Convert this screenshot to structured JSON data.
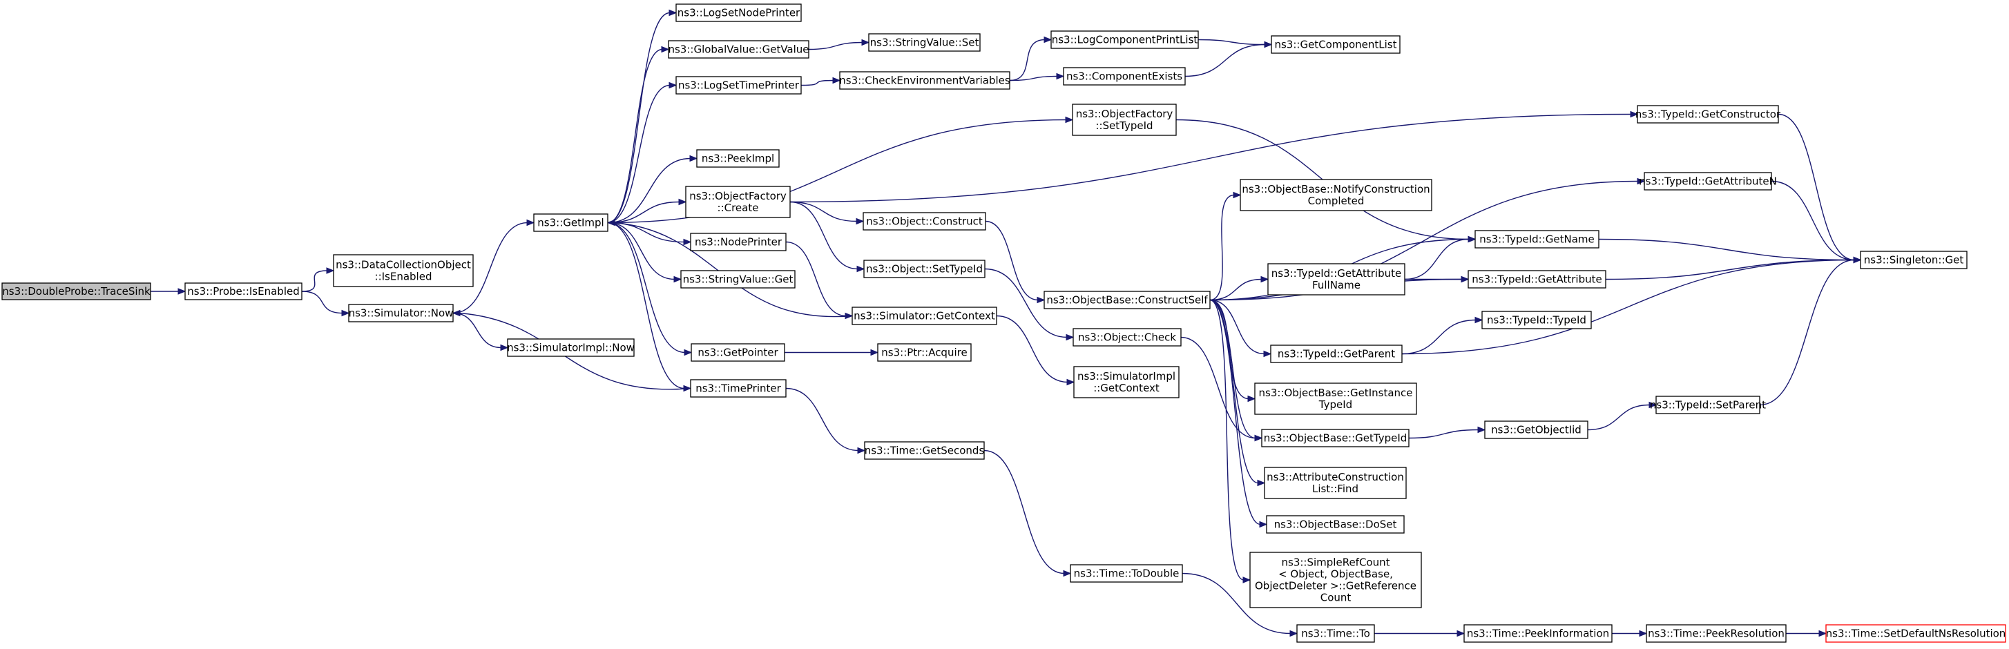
{
  "nodes": [
    {
      "id": "traceSink",
      "lines": [
        "ns3::DoubleProbe::TraceSink"
      ],
      "kind": "root"
    },
    {
      "id": "isEnabled",
      "lines": [
        "ns3::Probe::IsEnabled"
      ]
    },
    {
      "id": "dcoIsEnabled",
      "lines": [
        "ns3::DataCollectionObject",
        "::IsEnabled"
      ]
    },
    {
      "id": "simNow",
      "lines": [
        "ns3::Simulator::Now"
      ]
    },
    {
      "id": "simImplNow",
      "lines": [
        "ns3::SimulatorImpl::Now"
      ]
    },
    {
      "id": "getImpl",
      "lines": [
        "ns3::GetImpl"
      ]
    },
    {
      "id": "logSetNodePrinter",
      "lines": [
        "ns3::LogSetNodePrinter"
      ]
    },
    {
      "id": "gvGetValue",
      "lines": [
        "ns3::GlobalValue::GetValue"
      ]
    },
    {
      "id": "svSet",
      "lines": [
        "ns3::StringValue::Set"
      ]
    },
    {
      "id": "logSetTimePrinter",
      "lines": [
        "ns3::LogSetTimePrinter"
      ]
    },
    {
      "id": "checkEnv",
      "lines": [
        "ns3::CheckEnvironmentVariables"
      ]
    },
    {
      "id": "logCompPrintList",
      "lines": [
        "ns3::LogComponentPrintList"
      ]
    },
    {
      "id": "getCompList",
      "lines": [
        "ns3::GetComponentList"
      ]
    },
    {
      "id": "compExists",
      "lines": [
        "ns3::ComponentExists"
      ]
    },
    {
      "id": "ofSetTypeId",
      "lines": [
        "ns3::ObjectFactory",
        "::SetTypeId"
      ]
    },
    {
      "id": "peekImpl",
      "lines": [
        "ns3::PeekImpl"
      ]
    },
    {
      "id": "ofCreate",
      "lines": [
        "ns3::ObjectFactory",
        "::Create"
      ]
    },
    {
      "id": "nodePrinter",
      "lines": [
        "ns3::NodePrinter"
      ]
    },
    {
      "id": "svGet",
      "lines": [
        "ns3::StringValue::Get"
      ]
    },
    {
      "id": "getPointer",
      "lines": [
        "ns3::GetPointer"
      ]
    },
    {
      "id": "timePrinter",
      "lines": [
        "ns3::TimePrinter"
      ]
    },
    {
      "id": "objConstruct",
      "lines": [
        "ns3::Object::Construct"
      ]
    },
    {
      "id": "objSetTypeId",
      "lines": [
        "ns3::Object::SetTypeId"
      ]
    },
    {
      "id": "simGetContext",
      "lines": [
        "ns3::Simulator::GetContext"
      ]
    },
    {
      "id": "ptrAcquire",
      "lines": [
        "ns3::Ptr::Acquire"
      ]
    },
    {
      "id": "timeGetSeconds",
      "lines": [
        "ns3::Time::GetSeconds"
      ]
    },
    {
      "id": "obConstructSelf",
      "lines": [
        "ns3::ObjectBase::ConstructSelf"
      ]
    },
    {
      "id": "objCheck",
      "lines": [
        "ns3::Object::Check"
      ]
    },
    {
      "id": "simImplGetContext",
      "lines": [
        "ns3::SimulatorImpl",
        "::GetContext"
      ]
    },
    {
      "id": "timeToDouble",
      "lines": [
        "ns3::Time::ToDouble"
      ]
    },
    {
      "id": "timeTo",
      "lines": [
        "ns3::Time::To"
      ]
    },
    {
      "id": "timePeekInfo",
      "lines": [
        "ns3::Time::PeekInformation"
      ]
    },
    {
      "id": "timePeekRes",
      "lines": [
        "ns3::Time::PeekResolution"
      ]
    },
    {
      "id": "timeSetDefault",
      "lines": [
        "ns3::Time::SetDefaultNsResolution"
      ],
      "kind": "red"
    },
    {
      "id": "obNotify",
      "lines": [
        "ns3::ObjectBase::NotifyConstruction",
        "Completed"
      ]
    },
    {
      "id": "tidGetAttrFullName",
      "lines": [
        "ns3::TypeId::GetAttribute",
        "FullName"
      ]
    },
    {
      "id": "tidGetParent",
      "lines": [
        "ns3::TypeId::GetParent"
      ]
    },
    {
      "id": "obGetInstanceTypeId",
      "lines": [
        "ns3::ObjectBase::GetInstance",
        "TypeId"
      ]
    },
    {
      "id": "obGetTypeId",
      "lines": [
        "ns3::ObjectBase::GetTypeId"
      ]
    },
    {
      "id": "aclFind",
      "lines": [
        "ns3::AttributeConstruction",
        "List::Find"
      ]
    },
    {
      "id": "obDoSet",
      "lines": [
        "ns3::ObjectBase::DoSet"
      ]
    },
    {
      "id": "srcGetRef",
      "lines": [
        "ns3::SimpleRefCount",
        "< Object, ObjectBase,",
        "ObjectDeleter >::GetReference",
        "Count"
      ]
    },
    {
      "id": "tidGetName",
      "lines": [
        "ns3::TypeId::GetName"
      ]
    },
    {
      "id": "tidGetAttribute",
      "lines": [
        "ns3::TypeId::GetAttribute"
      ]
    },
    {
      "id": "tidTypeId",
      "lines": [
        "ns3::TypeId::TypeId"
      ]
    },
    {
      "id": "getObjectIid",
      "lines": [
        "ns3::GetObjectIid"
      ]
    },
    {
      "id": "tidGetConstructor",
      "lines": [
        "ns3::TypeId::GetConstructor"
      ]
    },
    {
      "id": "tidGetAttributeN",
      "lines": [
        "ns3::TypeId::GetAttributeN"
      ]
    },
    {
      "id": "tidSetParent",
      "lines": [
        "ns3::TypeId::SetParent"
      ]
    },
    {
      "id": "singletonGet",
      "lines": [
        "ns3::Singleton::Get"
      ]
    }
  ],
  "edges": [
    [
      "traceSink",
      "isEnabled"
    ],
    [
      "isEnabled",
      "dcoIsEnabled"
    ],
    [
      "isEnabled",
      "simNow"
    ],
    [
      "simNow",
      "getImpl"
    ],
    [
      "simNow",
      "simImplNow"
    ],
    [
      "getImpl",
      "logSetNodePrinter"
    ],
    [
      "getImpl",
      "gvGetValue"
    ],
    [
      "getImpl",
      "logSetTimePrinter"
    ],
    [
      "getImpl",
      "ofSetTypeId"
    ],
    [
      "getImpl",
      "peekImpl"
    ],
    [
      "getImpl",
      "ofCreate"
    ],
    [
      "getImpl",
      "nodePrinter"
    ],
    [
      "getImpl",
      "svGet"
    ],
    [
      "getImpl",
      "getPointer"
    ],
    [
      "getImpl",
      "timePrinter"
    ],
    [
      "gvGetValue",
      "svSet"
    ],
    [
      "logSetTimePrinter",
      "checkEnv"
    ],
    [
      "checkEnv",
      "logCompPrintList"
    ],
    [
      "checkEnv",
      "compExists"
    ],
    [
      "logCompPrintList",
      "getCompList"
    ],
    [
      "compExists",
      "getCompList"
    ],
    [
      "ofSetTypeId",
      "tidGetName"
    ],
    [
      "ofCreate",
      "objConstruct"
    ],
    [
      "ofCreate",
      "objSetTypeId"
    ],
    [
      "ofCreate",
      "tidGetConstructor"
    ],
    [
      "nodePrinter",
      "simGetContext"
    ],
    [
      "simGetContext",
      "getImpl"
    ],
    [
      "simGetContext",
      "simImplGetContext"
    ],
    [
      "getPointer",
      "ptrAcquire"
    ],
    [
      "timePrinter",
      "simNow"
    ],
    [
      "timePrinter",
      "timeGetSeconds"
    ],
    [
      "objConstruct",
      "obConstructSelf"
    ],
    [
      "objSetTypeId",
      "objCheck"
    ],
    [
      "objCheck",
      "obGetTypeId"
    ],
    [
      "timeGetSeconds",
      "timeToDouble"
    ],
    [
      "timeToDouble",
      "timeTo"
    ],
    [
      "timeTo",
      "timePeekInfo"
    ],
    [
      "timePeekInfo",
      "timePeekRes"
    ],
    [
      "timePeekRes",
      "timeSetDefault"
    ],
    [
      "obConstructSelf",
      "tidGetAttributeN"
    ],
    [
      "obConstructSelf",
      "obNotify"
    ],
    [
      "obConstructSelf",
      "tidGetName"
    ],
    [
      "obConstructSelf",
      "tidGetAttrFullName"
    ],
    [
      "obConstructSelf",
      "tidGetAttribute"
    ],
    [
      "obConstructSelf",
      "tidGetParent"
    ],
    [
      "obConstructSelf",
      "obGetInstanceTypeId"
    ],
    [
      "obConstructSelf",
      "obGetTypeId"
    ],
    [
      "obConstructSelf",
      "aclFind"
    ],
    [
      "obConstructSelf",
      "obDoSet"
    ],
    [
      "obConstructSelf",
      "srcGetRef"
    ],
    [
      "tidGetAttrFullName",
      "tidGetName"
    ],
    [
      "tidGetAttrFullName",
      "tidGetAttribute"
    ],
    [
      "tidGetParent",
      "tidTypeId"
    ],
    [
      "tidGetParent",
      "singletonGet"
    ],
    [
      "obGetTypeId",
      "getObjectIid"
    ],
    [
      "getObjectIid",
      "tidSetParent"
    ],
    [
      "tidSetParent",
      "singletonGet"
    ],
    [
      "tidGetName",
      "singletonGet"
    ],
    [
      "tidGetAttribute",
      "singletonGet"
    ],
    [
      "tidGetConstructor",
      "singletonGet"
    ],
    [
      "tidGetAttributeN",
      "singletonGet"
    ]
  ]
}
